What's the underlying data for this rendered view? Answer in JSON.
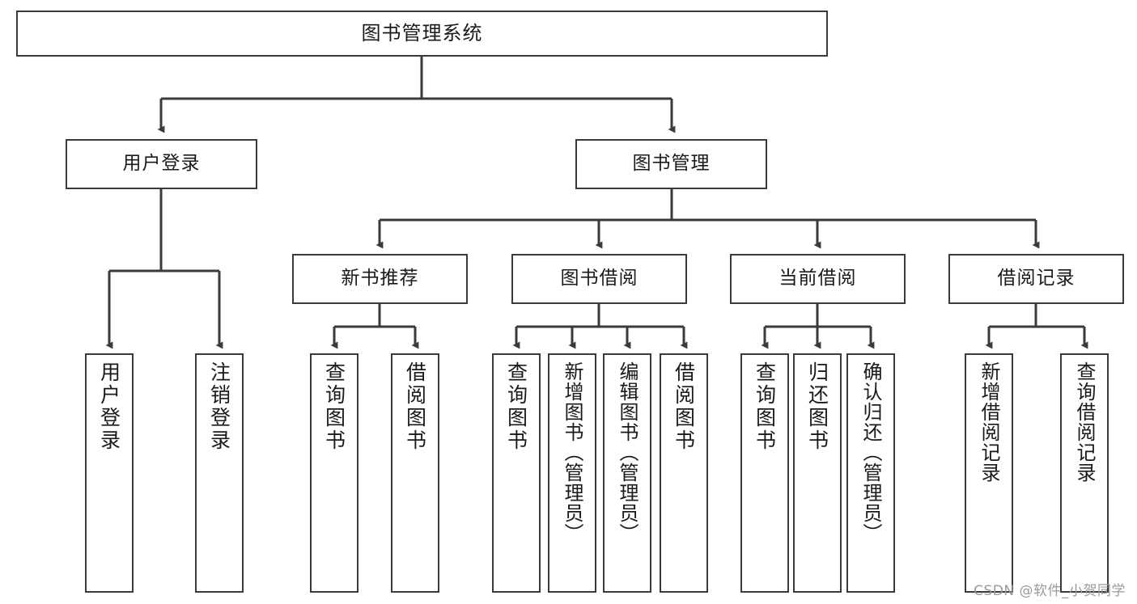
{
  "diagram": {
    "title": "图书管理系统",
    "type": "tree-hierarchy-chart",
    "watermark": "CSDN @软件_小贺同学",
    "colors": {
      "box_border": "#3a3a3a",
      "box_fill": "#ffffff",
      "connector": "#3a3a3a",
      "text": "#1a1a1a",
      "watermark": "#9a9a9a"
    },
    "levels": {
      "root": {
        "label": "图书管理系统"
      },
      "level1": [
        {
          "label": "用户登录"
        },
        {
          "label": "图书管理"
        }
      ],
      "level2": [
        {
          "label": "新书推荐"
        },
        {
          "label": "图书借阅"
        },
        {
          "label": "当前借阅"
        },
        {
          "label": "借阅记录"
        }
      ],
      "leaves": {
        "user_login": [
          {
            "label": "用户登录"
          },
          {
            "label": "注销登录"
          }
        ],
        "new_book_recommend": [
          {
            "label": "查询图书"
          },
          {
            "label": "借阅图书"
          }
        ],
        "book_borrow": [
          {
            "label": "查询图书"
          },
          {
            "label": "新增图书（管理员）"
          },
          {
            "label": "编辑图书（管理员）"
          },
          {
            "label": "借阅图书"
          }
        ],
        "current_borrow": [
          {
            "label": "查询图书"
          },
          {
            "label": "归还图书"
          },
          {
            "label": "确认归还（管理员）"
          }
        ],
        "borrow_record": [
          {
            "label": "新增借阅记录"
          },
          {
            "label": "查询借阅记录"
          }
        ]
      }
    }
  }
}
